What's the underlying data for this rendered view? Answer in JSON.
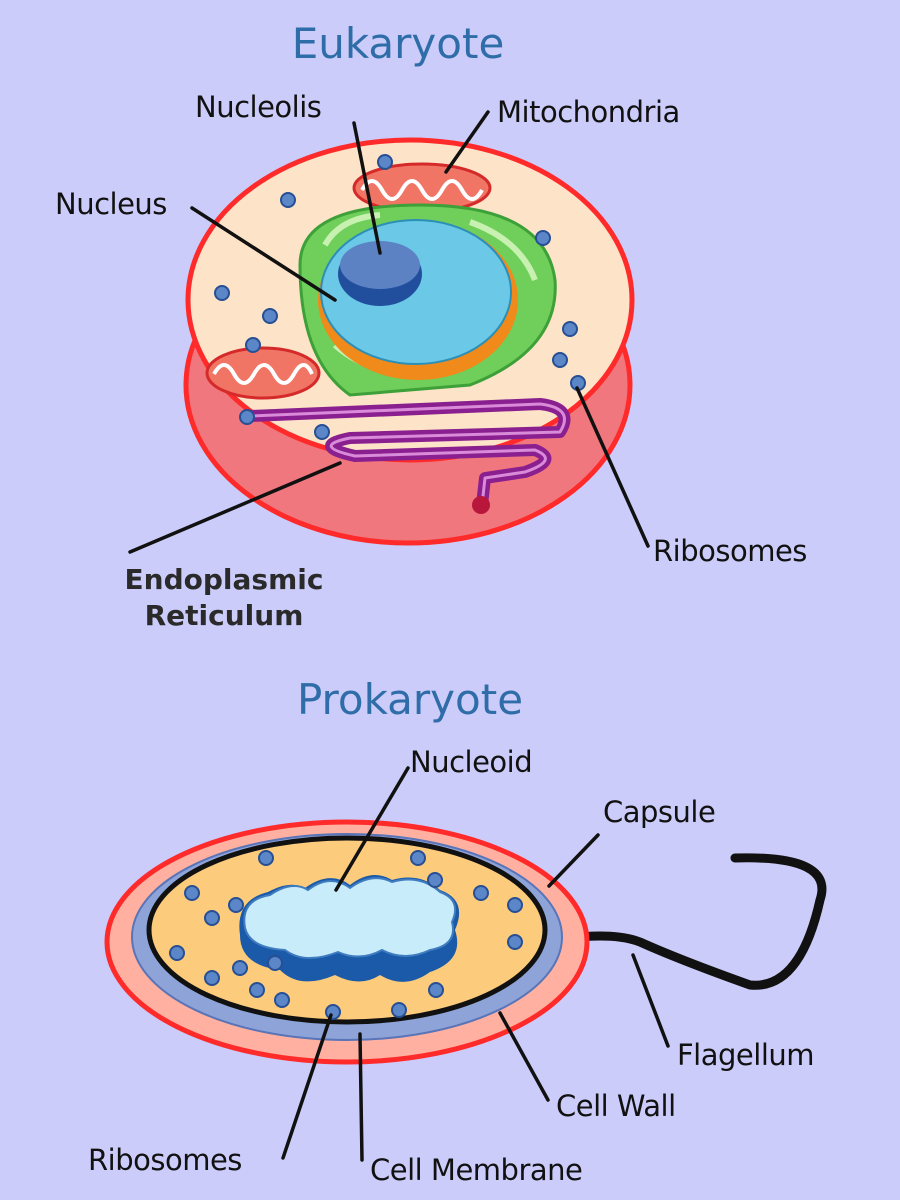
{
  "eukaryote": {
    "title": "Eukaryote",
    "labels": {
      "nucleolis": "Nucleolis",
      "mitochondria": "Mitochondria",
      "nucleus": "Nucleus",
      "ribosomes": "Ribosomes",
      "er_line1": "Endoplasmic",
      "er_line2": "Reticulum"
    }
  },
  "prokaryote": {
    "title": "Prokaryote",
    "labels": {
      "nucleoid": "Nucleoid",
      "capsule": "Capsule",
      "flagellum": "Flagellum",
      "cell_wall": "Cell Wall",
      "ribosomes": "Ribosomes",
      "cell_membrane": "Cell Membrane"
    }
  },
  "colors": {
    "background": "#ccccfa",
    "title": "#2f6da8",
    "cell_membrane_red": "#ff3b30",
    "cytoplasm_eukaryote": "#fde3c8",
    "nucleus": "#6bc8e6",
    "nucleolus": "#3a6fb8",
    "er_green": "#6fcf5a",
    "er_purple": "#8a1f8f",
    "mitochondria": "#f07565",
    "ribosome": "#5b86c8",
    "cytoplasm_prokaryote": "#fccb7c",
    "cell_wall_blue": "#8ea4d8",
    "nucleoid": "#c9ecfa"
  }
}
